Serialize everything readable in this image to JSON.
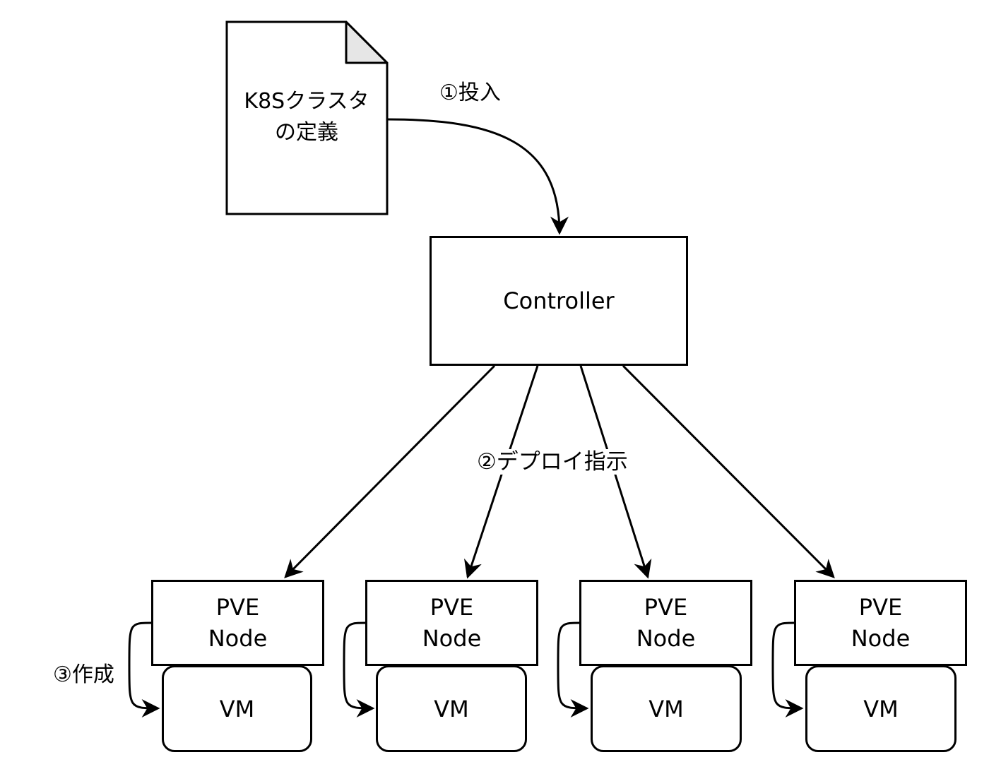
{
  "document": {
    "line1": "K8Sクラスタ",
    "line2": "の定義"
  },
  "controller": {
    "label": "Controller"
  },
  "steps": {
    "submit": "①投入",
    "deploy": "②デプロイ指示",
    "create": "③作成"
  },
  "nodes": [
    {
      "line1": "PVE",
      "line2": "Node",
      "vm": "VM"
    },
    {
      "line1": "PVE",
      "line2": "Node",
      "vm": "VM"
    },
    {
      "line1": "PVE",
      "line2": "Node",
      "vm": "VM"
    },
    {
      "line1": "PVE",
      "line2": "Node",
      "vm": "VM"
    }
  ],
  "colors": {
    "stroke": "#000000",
    "fold": "#e6e6e6",
    "background": "#ffffff"
  }
}
